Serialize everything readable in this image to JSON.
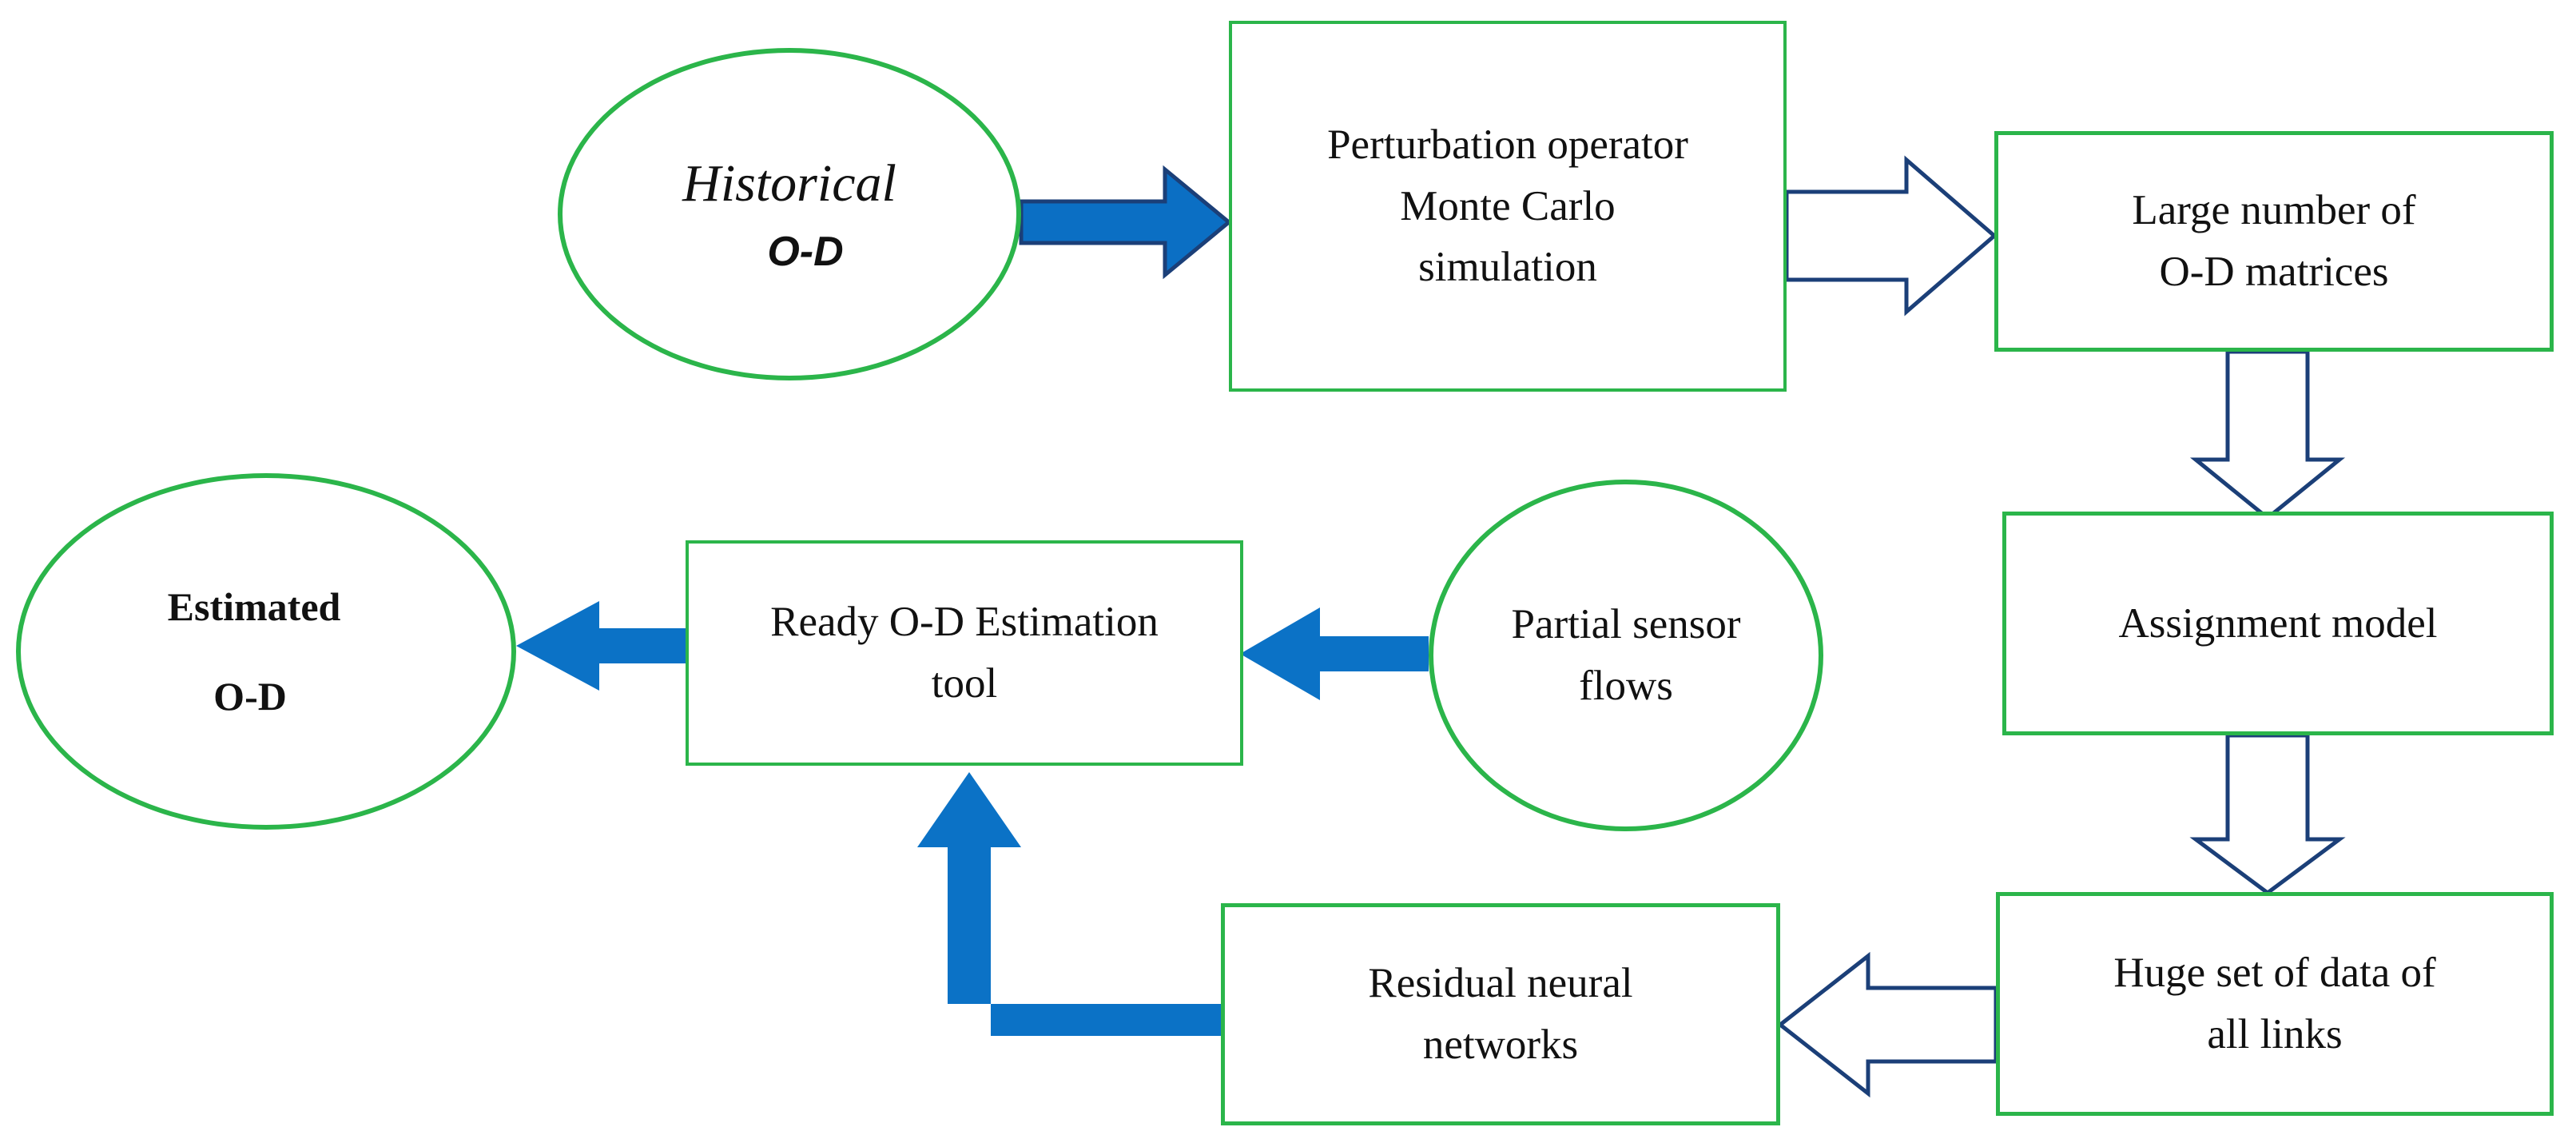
{
  "nodes": {
    "historical_od": {
      "line1": "Historical",
      "line2": "O-D"
    },
    "perturbation": {
      "line1": "Perturbation operator",
      "line2": "Monte Carlo",
      "line3": "simulation"
    },
    "large_number": {
      "line1": "Large number of",
      "line2": "O-D matrices"
    },
    "assignment": {
      "line1": "Assignment model"
    },
    "huge_set": {
      "line1": "Huge set of data of",
      "line2": "all links"
    },
    "residual": {
      "line1": "Residual neural",
      "line2": "networks"
    },
    "ready_tool": {
      "line1": "Ready O-D Estimation",
      "line2": "tool"
    },
    "partial_sensor": {
      "line1": "Partial sensor",
      "line2": "flows"
    },
    "estimated_od": {
      "line1": "Estimated",
      "line2": "O-D"
    }
  },
  "colors": {
    "node_border": "#2bb54a",
    "arrow_solid": "#0b72c6",
    "arrow_outline": "#1b3f78",
    "arrow_dark_fill": "#0b6fc4"
  }
}
